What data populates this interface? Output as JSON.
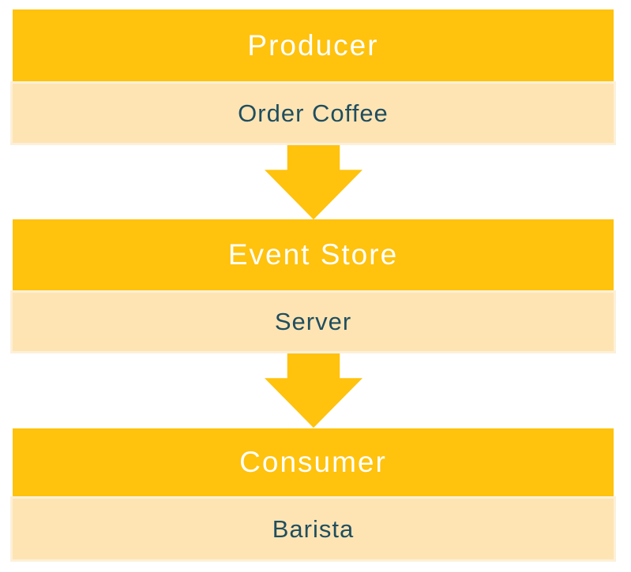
{
  "blocks": [
    {
      "id": "producer",
      "header": "Producer",
      "label": "Order Coffee"
    },
    {
      "id": "event-store",
      "header": "Event Store",
      "label": "Server"
    },
    {
      "id": "consumer",
      "header": "Consumer",
      "label": "Barista"
    }
  ],
  "connectors": [
    {
      "shape": "down-block-arrow",
      "from": "producer",
      "to": "event-store"
    },
    {
      "shape": "down-block-arrow",
      "from": "event-store",
      "to": "consumer"
    }
  ],
  "colors": {
    "gold": "#FFC20D",
    "cream": "#FFE4B3",
    "cream_border": "#FCF0DA",
    "header_text": "#FFFFFF",
    "label_text": "#1F4E5F",
    "background": "#FFFFFF"
  }
}
